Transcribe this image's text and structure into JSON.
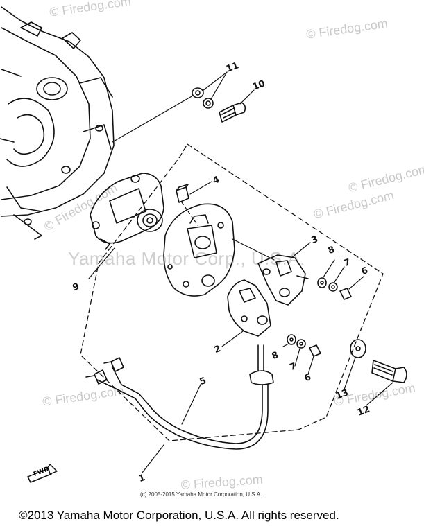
{
  "watermark": {
    "site": "© Firedog.com",
    "center": "Yamaha Motor Corp., U.S.A."
  },
  "callouts": {
    "c1": "1",
    "c2": "2",
    "c3": "3",
    "c4": "4",
    "c5": "5",
    "c6a": "6",
    "c6b": "6",
    "c7a": "7",
    "c7b": "7",
    "c8a": "8",
    "c8b": "8",
    "c9": "9",
    "c10": "10",
    "c11": "11",
    "c12": "12",
    "c13": "13"
  },
  "fwd_label": "FWD",
  "small_copyright": "(c) 2005-2015 Yamaha Motor Corporation, U.S.A.",
  "footer": "©2013 Yamaha Motor Corporation, U.S.A. All rights reserved."
}
